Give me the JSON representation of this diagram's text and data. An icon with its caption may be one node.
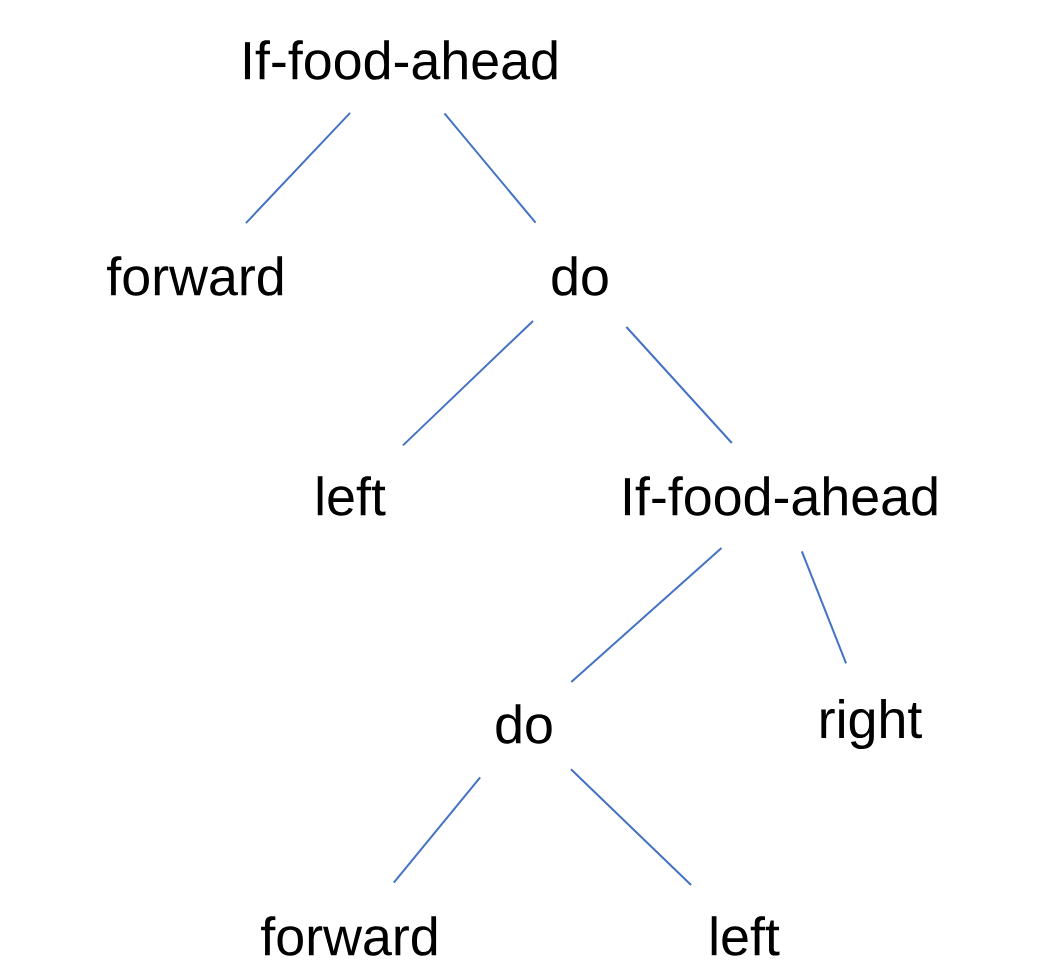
{
  "diagram": {
    "nodes": [
      {
        "text": [
          "If-food-ahead"
        ]
      },
      {
        "text": [
          "forward"
        ]
      },
      {
        "text": [
          "do"
        ]
      },
      {
        "text": [
          "left"
        ]
      },
      {
        "text": [
          "If-food-ahead"
        ]
      },
      {
        "text": [
          "do"
        ]
      },
      {
        "text": [
          "right"
        ]
      },
      {
        "text": [
          "forward"
        ]
      },
      {
        "text": [
          "left"
        ]
      }
    ],
    "edges": [
      {
        "from": 0,
        "to": 1,
        "arrow": "none"
      },
      {
        "from": 0,
        "to": 2,
        "arrow": "none"
      },
      {
        "from": 2,
        "to": 3,
        "arrow": "none"
      },
      {
        "from": 2,
        "to": 4,
        "arrow": "none"
      },
      {
        "from": 4,
        "to": 5,
        "arrow": "none"
      },
      {
        "from": 4,
        "to": 6,
        "arrow": "none"
      },
      {
        "from": 5,
        "to": 7,
        "arrow": "none"
      },
      {
        "from": 5,
        "to": 8,
        "arrow": "none"
      }
    ]
  }
}
